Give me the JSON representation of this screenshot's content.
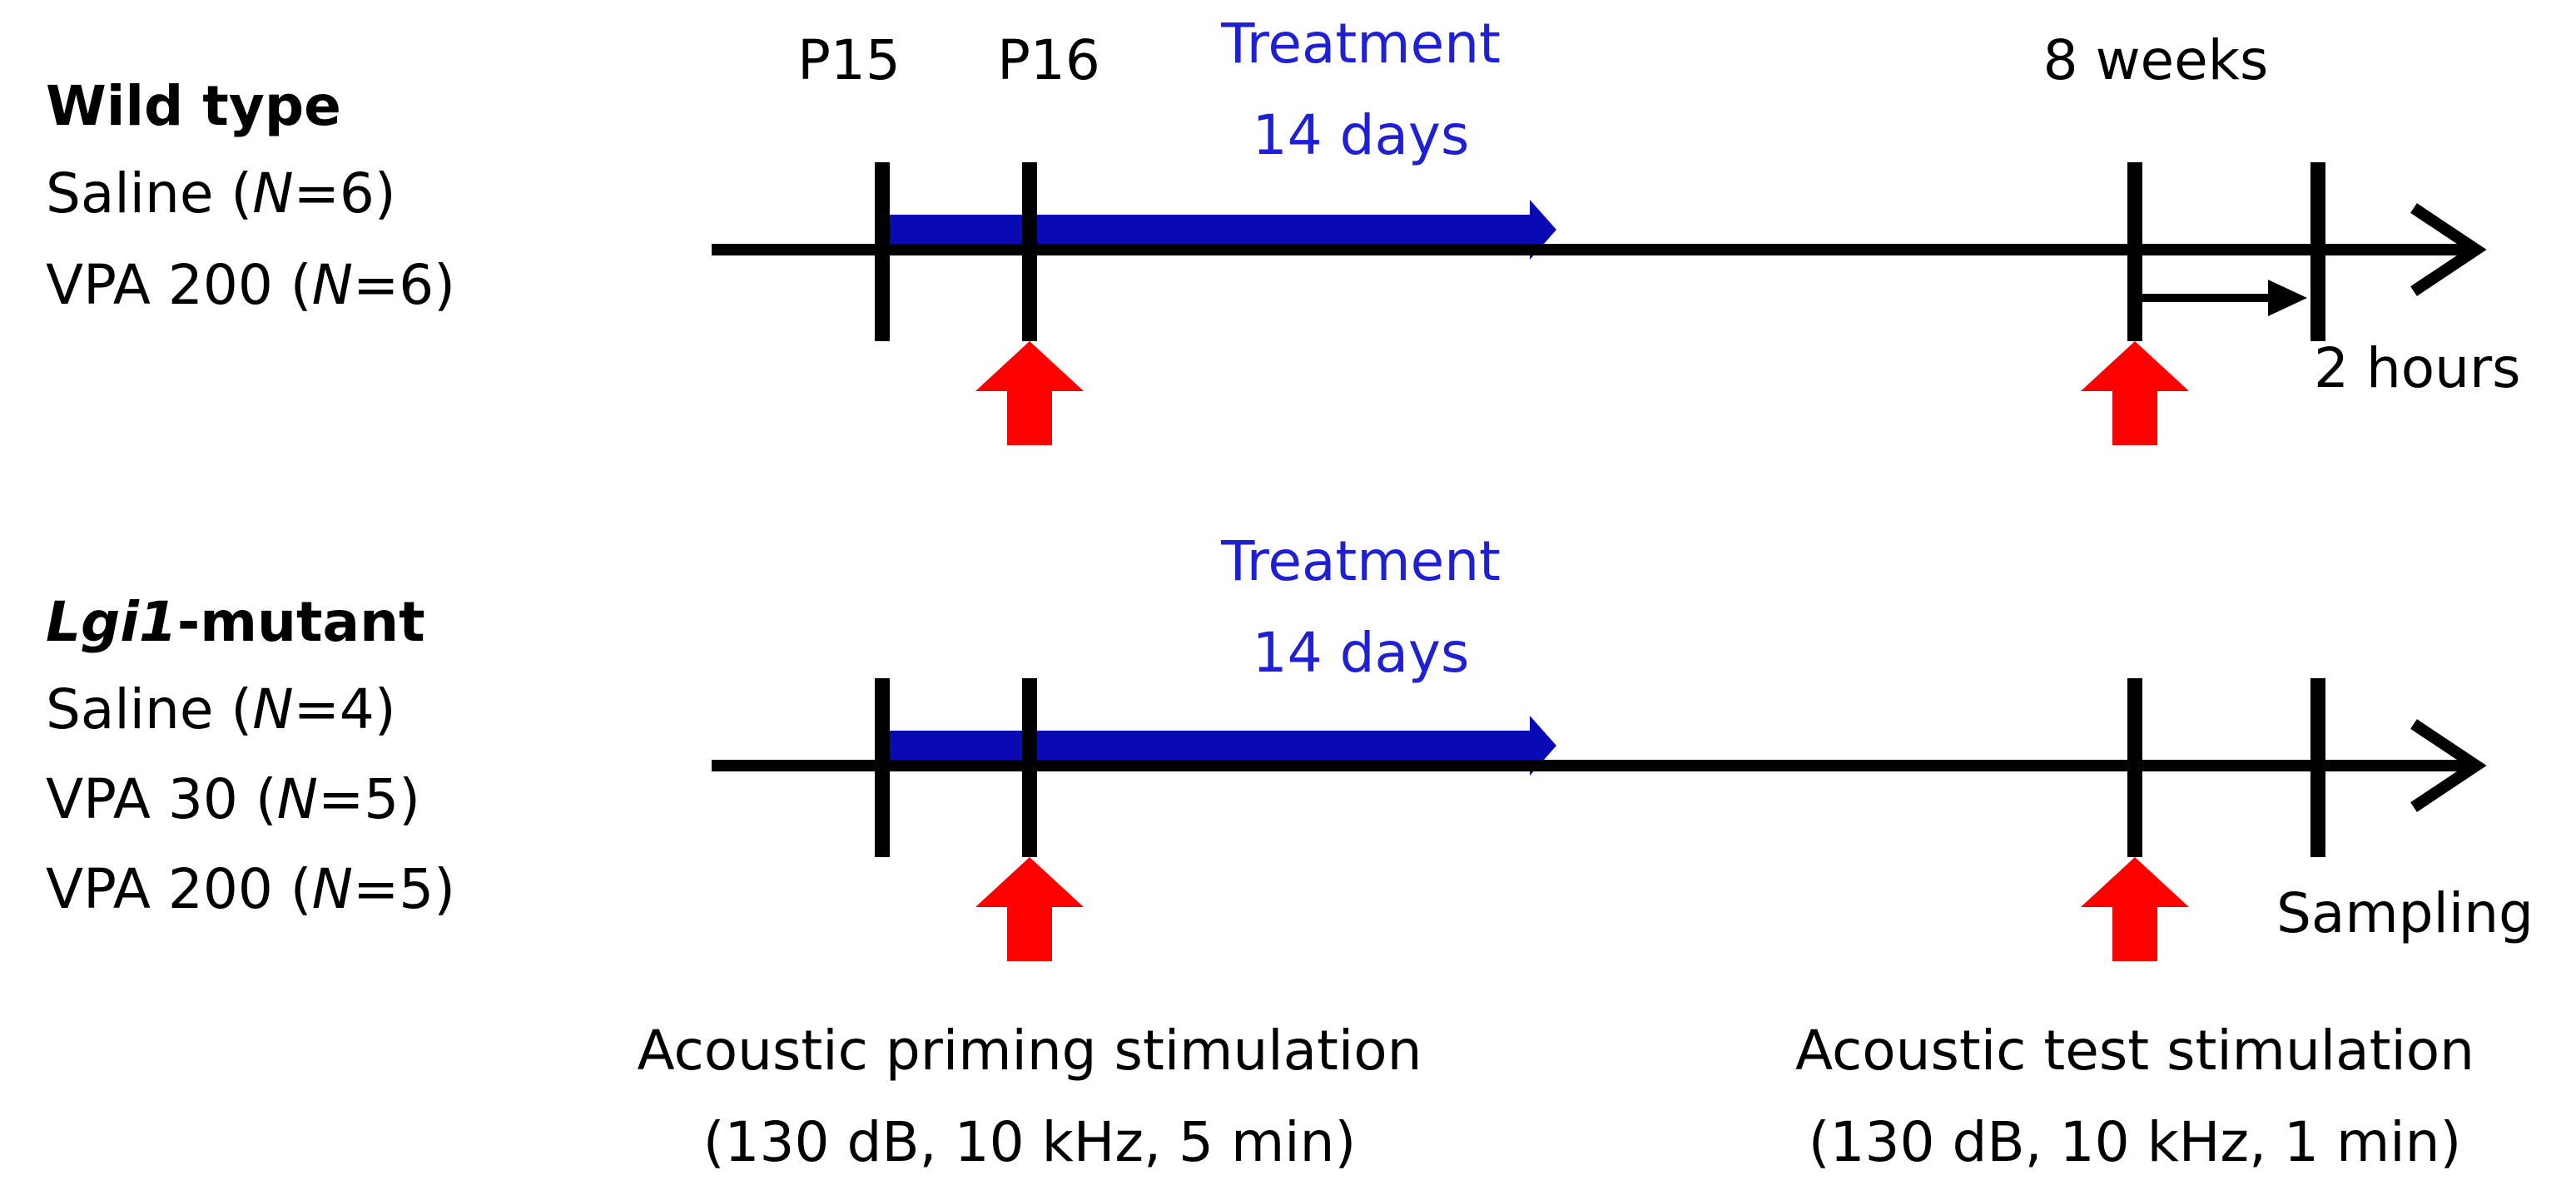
{
  "timepoints": {
    "p15": "P15",
    "p16": "P16",
    "eight_weeks": "8 weeks"
  },
  "wild_type": {
    "title": "Wild type",
    "groups": [
      {
        "name": "Saline (",
        "n_label": "N",
        "n_value": "=6)"
      },
      {
        "name": "VPA 200 (",
        "n_label": "N",
        "n_value": "=6)"
      }
    ],
    "treatment_label": "Treatment",
    "treatment_duration": "14 days",
    "interval_label": "2 hours"
  },
  "lgi1_mutant": {
    "title_italic": "Lgi1",
    "title_suffix": "-mutant",
    "groups": [
      {
        "name": "Saline (",
        "n_label": "N",
        "n_value": "=4)"
      },
      {
        "name": "VPA 30 (",
        "n_label": "N",
        "n_value": "=5)"
      },
      {
        "name": "VPA 200 (",
        "n_label": "N",
        "n_value": "=5)"
      }
    ],
    "treatment_label": "Treatment",
    "treatment_duration": "14 days",
    "sampling_label": "Sampling"
  },
  "stimulation": {
    "priming_title": "Acoustic priming stimulation",
    "priming_params": "(130 dB, 10 kHz, 5 min)",
    "test_title": "Acoustic test stimulation",
    "test_params": "(130 dB, 10 kHz, 1 min)"
  },
  "colors": {
    "axis": "#000000",
    "treatment": "#0a0ab4",
    "treatment_text": "#1f1fd6",
    "stimulus": "#ff0000"
  }
}
